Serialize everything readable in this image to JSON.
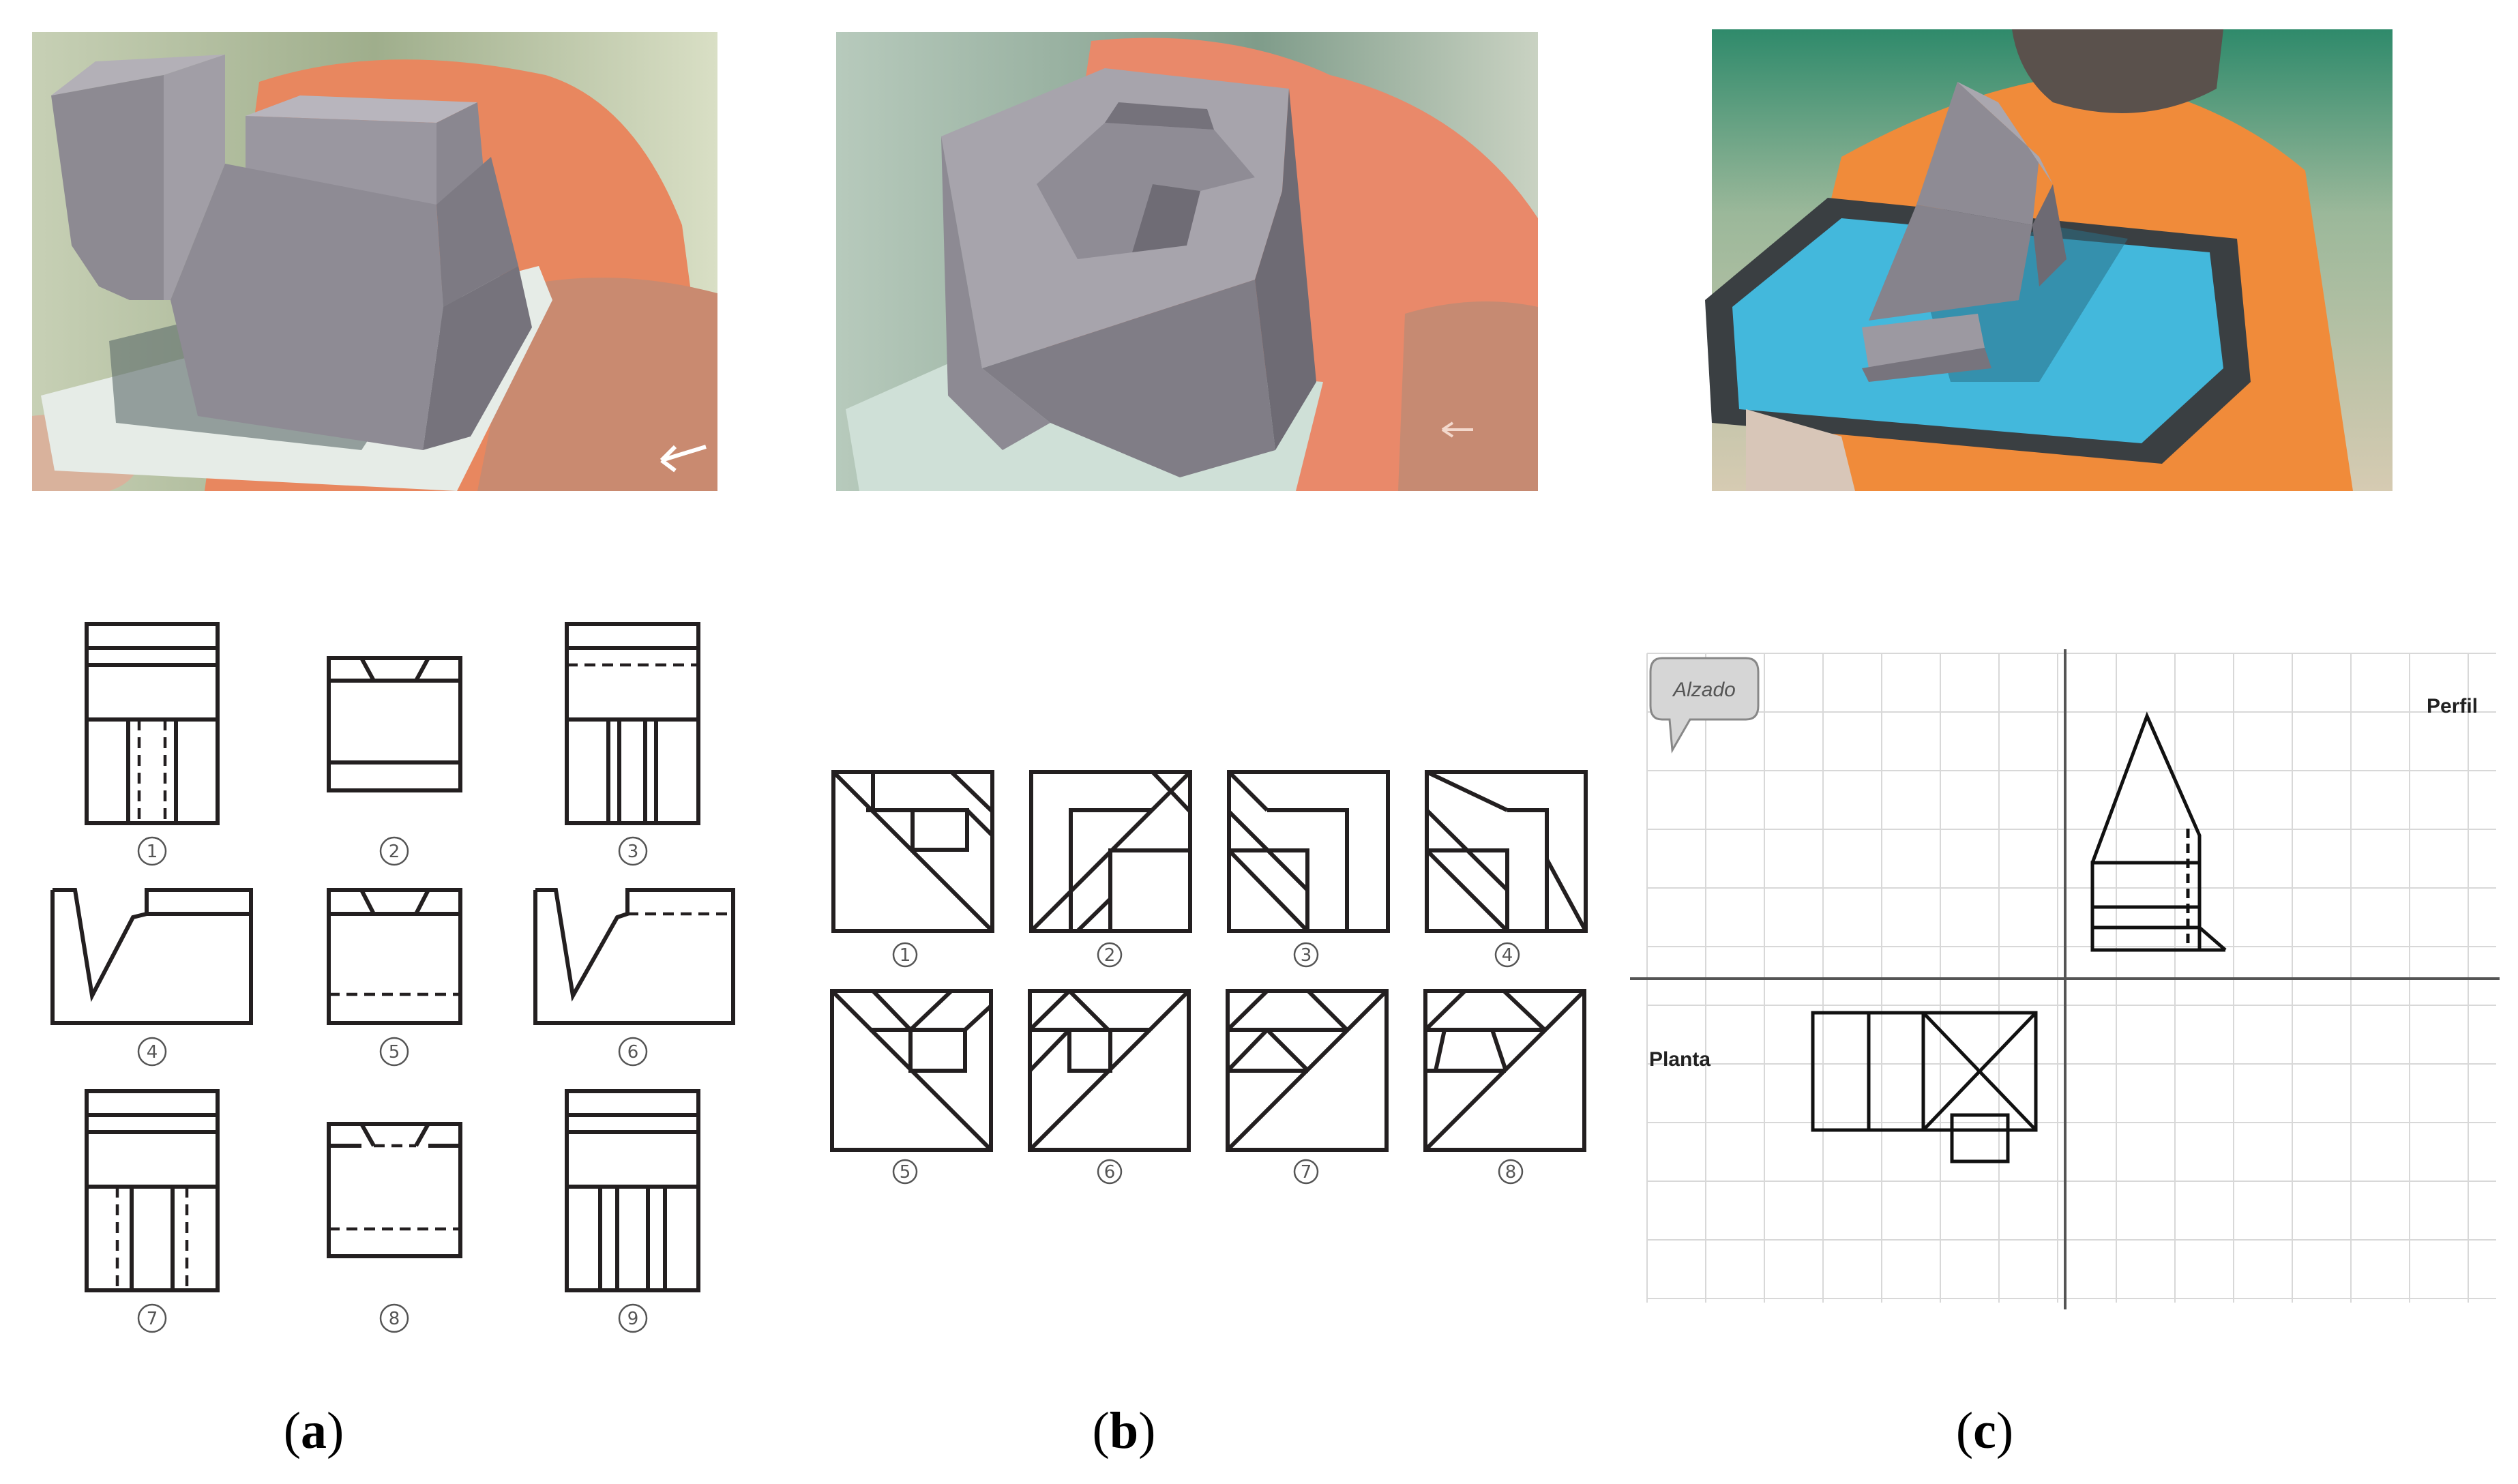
{
  "panels": {
    "a": {
      "caption": {
        "paren_open": "(",
        "letter": "a",
        "paren_close": ")"
      },
      "view_numbers": [
        "1",
        "2",
        "3",
        "4",
        "5",
        "6",
        "7",
        "8",
        "9"
      ]
    },
    "b": {
      "caption": {
        "paren_open": "(",
        "letter": "b",
        "paren_close": ")"
      },
      "view_numbers": [
        "1",
        "2",
        "3",
        "4",
        "5",
        "6",
        "7",
        "8"
      ]
    },
    "c": {
      "caption": {
        "paren_open": "(",
        "letter": "c",
        "paren_close": ")"
      },
      "bubble_label": "Alzado",
      "profile_label": "Perfil",
      "plan_label": "Planta"
    }
  },
  "colors": {
    "line": "#231f20",
    "model_gray": "#8f8c93",
    "shirt_orange": "#e8875f",
    "phone_screen": "#43b8dc"
  }
}
